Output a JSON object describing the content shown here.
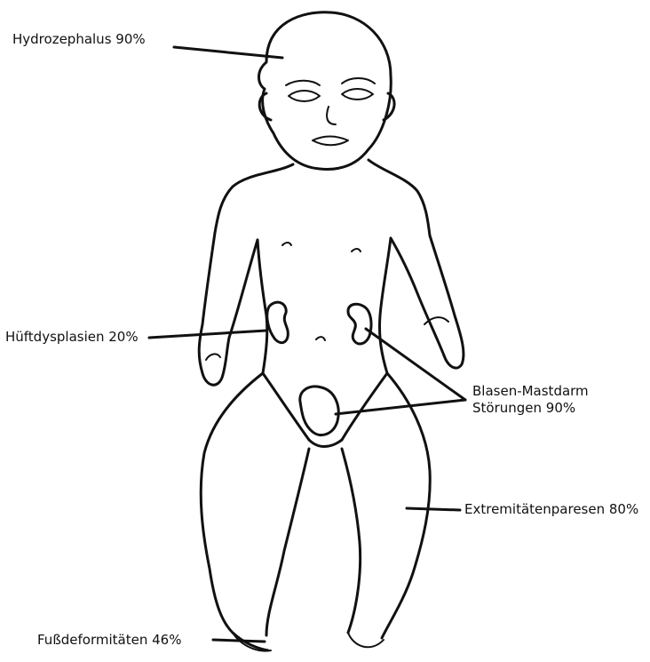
{
  "labels": {
    "hydrocephalus": "Hydrozephalus 90%",
    "hip_dysplasia": "Hüftdysplasien 20%",
    "bladder_line1": "Blasen-Mastdarm",
    "bladder_line2": "Störungen 90%",
    "extremity_paresis": "Extremitätenparesen 80%",
    "foot_deformity": "Fußdeformitäten 46%"
  },
  "colors": {
    "ink": "#111111",
    "background": "#ffffff"
  }
}
